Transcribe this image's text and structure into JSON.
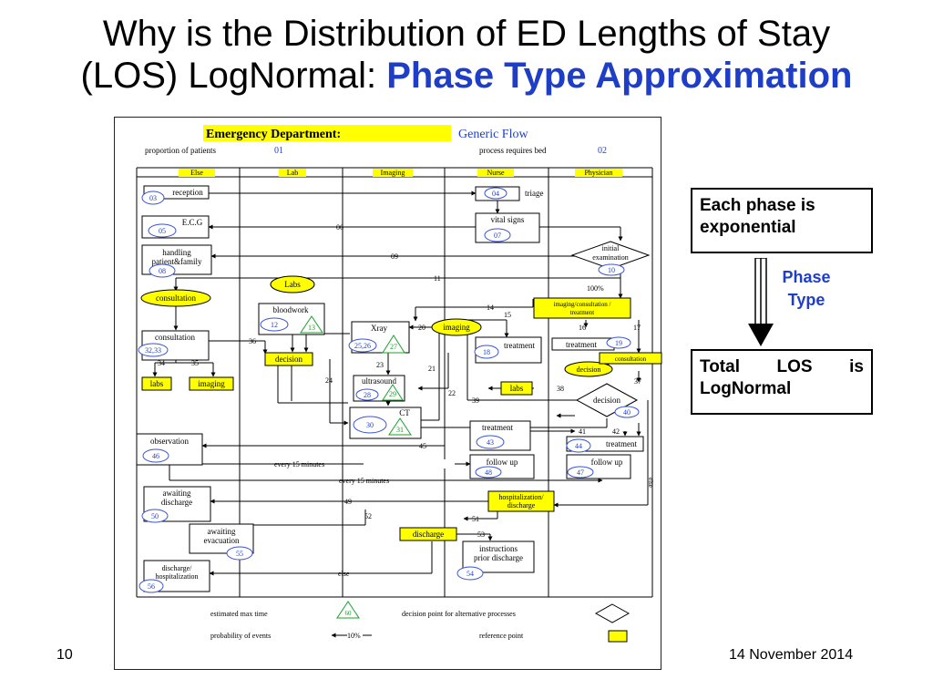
{
  "slide": {
    "title_line1": "Why is the Distribution of ED Lengths of Stay",
    "title_line2": "(LOS) LogNormal: ",
    "title_accent": "Phase Type Approximation",
    "slide_number": "10",
    "date": "14 November 2014"
  },
  "side": {
    "box1_line1": "Each phase is",
    "box1_line2": "exponential",
    "arrow_label_line1": "Phase",
    "arrow_label_line2": "Type",
    "box2_line1": "Total LOS is",
    "box2_line2": "LogNormal"
  },
  "colors": {
    "accent": "#1f3ec8",
    "highlight": "#ffff00",
    "node_ring": "#3a54d6",
    "triangle": "#18a02a"
  },
  "diagram": {
    "title_a": "Emergency Department:",
    "title_b": "Generic Flow",
    "prop_label": "proportion of patients",
    "prop_num": "01",
    "bed_label": "process requires bed",
    "bed_num": "02",
    "lanes": [
      "Else",
      "Lab",
      "Imaging",
      "Nurse",
      "Physician"
    ],
    "labels": {
      "reception": "reception",
      "ecg": "E.C.G",
      "handling1": "handling",
      "handling2": "patient&family",
      "consultation_oval": "consultation",
      "consultation_box": "consultation",
      "labs_else": "labs",
      "imaging_else": "imaging",
      "observation": "observation",
      "awaiting1": "awaiting",
      "awaiting2": "discharge",
      "await_evac1": "awaiting",
      "await_evac2": "evacuation",
      "dh1": "discharge/",
      "dh2": "hospitalization",
      "labs_oval": "Labs",
      "bloodwork": "bloodwork",
      "decision_lab": "decision",
      "xray": "Xray",
      "ultrasound": "ultrasound",
      "ct": "CT",
      "imaging_oval": "imaging",
      "triage": "triage",
      "vital_signs": "vital signs",
      "treatment_n": "treatment",
      "labs_nurse": "labs",
      "treatment_n2": "treatment",
      "follow_up_n": "follow up",
      "hosp1": "hospitalization/",
      "hosp2": "discharge",
      "discharge": "discharge",
      "instr1": "instructions",
      "instr2": "prior discharge",
      "initial1": "initial",
      "initial2": "examination",
      "icc1": "imaging/consultation /",
      "icc2": "treatment",
      "treatment_p": "treatment",
      "decision_p": "decision",
      "consultation_p": "consultation",
      "decision_p2": "decision",
      "treatment_p2": "treatment",
      "follow_up_p": "follow up",
      "every15_1": "every 15 minutes",
      "every15_2": "every 15 minutes",
      "else_bottom": "else",
      "else_side": "else",
      "pct100": "100%"
    },
    "node_ids": {
      "n03": "03",
      "n05": "05",
      "n08": "08",
      "n3233": "32,33",
      "n46": "46",
      "n50": "50",
      "n55": "55",
      "n56": "56",
      "n12": "12",
      "n2526": "25,26",
      "n28": "28",
      "n30": "30",
      "n04": "04",
      "n07": "07",
      "n18": "18",
      "n43": "43",
      "n48": "48",
      "n54": "54",
      "n10": "10",
      "n19": "19",
      "n40": "40",
      "n44": "44",
      "n47": "47"
    },
    "tri_ids": {
      "t13": "13",
      "t27": "27",
      "t29": "29",
      "t31": "31"
    },
    "edge_labels": {
      "e06": "06",
      "e09": "09",
      "e11": "11",
      "e14": "14",
      "e15": "15",
      "e16": "16",
      "e17": "17",
      "e20": "20",
      "e21": "21",
      "e22": "22",
      "e23": "23",
      "e24": "24",
      "e34": "34",
      "e35": "35",
      "e36": "36",
      "e37": "37",
      "e38": "38",
      "e39": "39",
      "e41": "41",
      "e42": "42",
      "e45": "45",
      "e49": "49",
      "e51": "51",
      "e52": "52",
      "e53": "53"
    },
    "legend": {
      "est_label": "estimated max time",
      "est_value": "60",
      "decision_label": "decision point for alternative processes",
      "prob_label": "probability of events",
      "prob_value": "10%",
      "ref_label": "reference point"
    }
  }
}
